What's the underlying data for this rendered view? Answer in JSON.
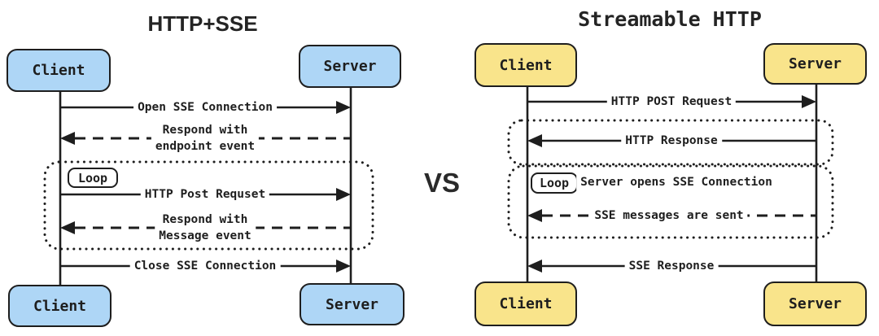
{
  "colors": {
    "left-actor-fill": "#aed6f6",
    "right-actor-fill": "#f9e48b",
    "line": "#1e1e1e",
    "background": "#ffffff"
  },
  "vs": "VS",
  "left": {
    "title": "HTTP+SSE",
    "client_top": "Client",
    "server_top": "Server",
    "client_bottom": "Client",
    "server_bottom": "Server",
    "loop": "Loop",
    "msg_open_sse": "Open SSE Connection",
    "msg_respond_endpoint_l1": "Respond with",
    "msg_respond_endpoint_l2": "endpoint event",
    "msg_http_post": "HTTP Post Requset",
    "msg_respond_message_l1": "Respond with",
    "msg_respond_message_l2": "Message event",
    "msg_close_sse": "Close SSE Connection"
  },
  "right": {
    "title": "Streamable HTTP",
    "client_top": "Client",
    "server_top": "Server",
    "client_bottom": "Client",
    "server_bottom": "Server",
    "loop": "Loop",
    "loop_title": "Server opens SSE Connection",
    "msg_http_post": "HTTP POST Request",
    "msg_http_response": "HTTP Response",
    "msg_sse_messages": "SSE messages are sent",
    "msg_sse_response": "SSE Response"
  }
}
